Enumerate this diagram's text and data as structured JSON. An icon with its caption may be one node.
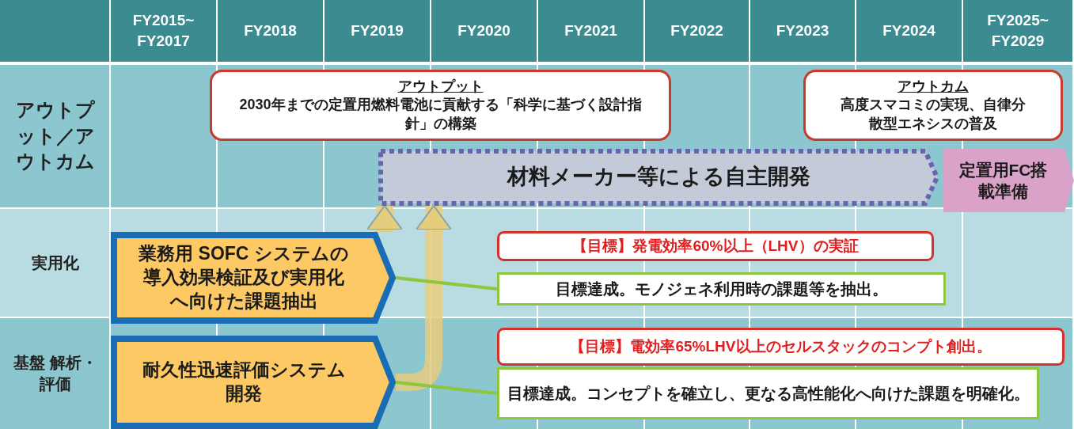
{
  "diagram": {
    "nodes": [
      {
        "text": [
          "アウトプット",
          "2030年までの定置用燃料電池に貢献する「科学に基づく設計指針」の構築"
        ]
      },
      {
        "text": [
          "アウトカム",
          "高度スマコミの実現、自律分散型エネシスの普及"
        ]
      },
      {
        "text": [
          "材料メーカー等による自主開発"
        ]
      },
      {
        "text": [
          "定置用FC搭載準備"
        ]
      },
      {
        "text": [
          "業務用 SOFC システムの導入効果検証及び実用化へ向けた課題抽出"
        ]
      },
      {
        "text": [
          "耐久性迅速評価システム開発"
        ]
      },
      {
        "text": [
          "【目標】発電効率60%以上（LHV）の実証"
        ]
      },
      {
        "text": [
          "目標達成。モノジェネ利用時の課題等を抽出。"
        ]
      },
      {
        "text": [
          "【目標】電効率65%LHV以上のセルスタックのコンプト創出。"
        ]
      },
      {
        "text": [
          "目標達成。コンセプトを確立し、更なる高性能化へ向けた課題を明確化。"
        ]
      }
    ],
    "edges": [
      {
        "from": 7,
        "to": 4,
        "arrow": "none",
        "color": "#8dc63f"
      },
      {
        "from": 9,
        "to": 5,
        "arrow": "none",
        "color": "#8dc63f"
      },
      {
        "from": 5,
        "to": 2,
        "arrow": "to",
        "style": "thick",
        "color": "#e6cd7e"
      },
      {
        "from": 4,
        "to": 2,
        "arrow": "to",
        "style": "thick",
        "color": "#e6cd7e"
      }
    ],
    "labels": [
      "FY2015~ FY2017",
      "FY2018",
      "FY2019",
      "FY2020",
      "FY2021",
      "FY2022",
      "FY2023",
      "FY2024",
      "FY2025~ FY2029",
      "アウトプット／アウトカム",
      "実用化",
      "基盤 解析・評価"
    ]
  }
}
